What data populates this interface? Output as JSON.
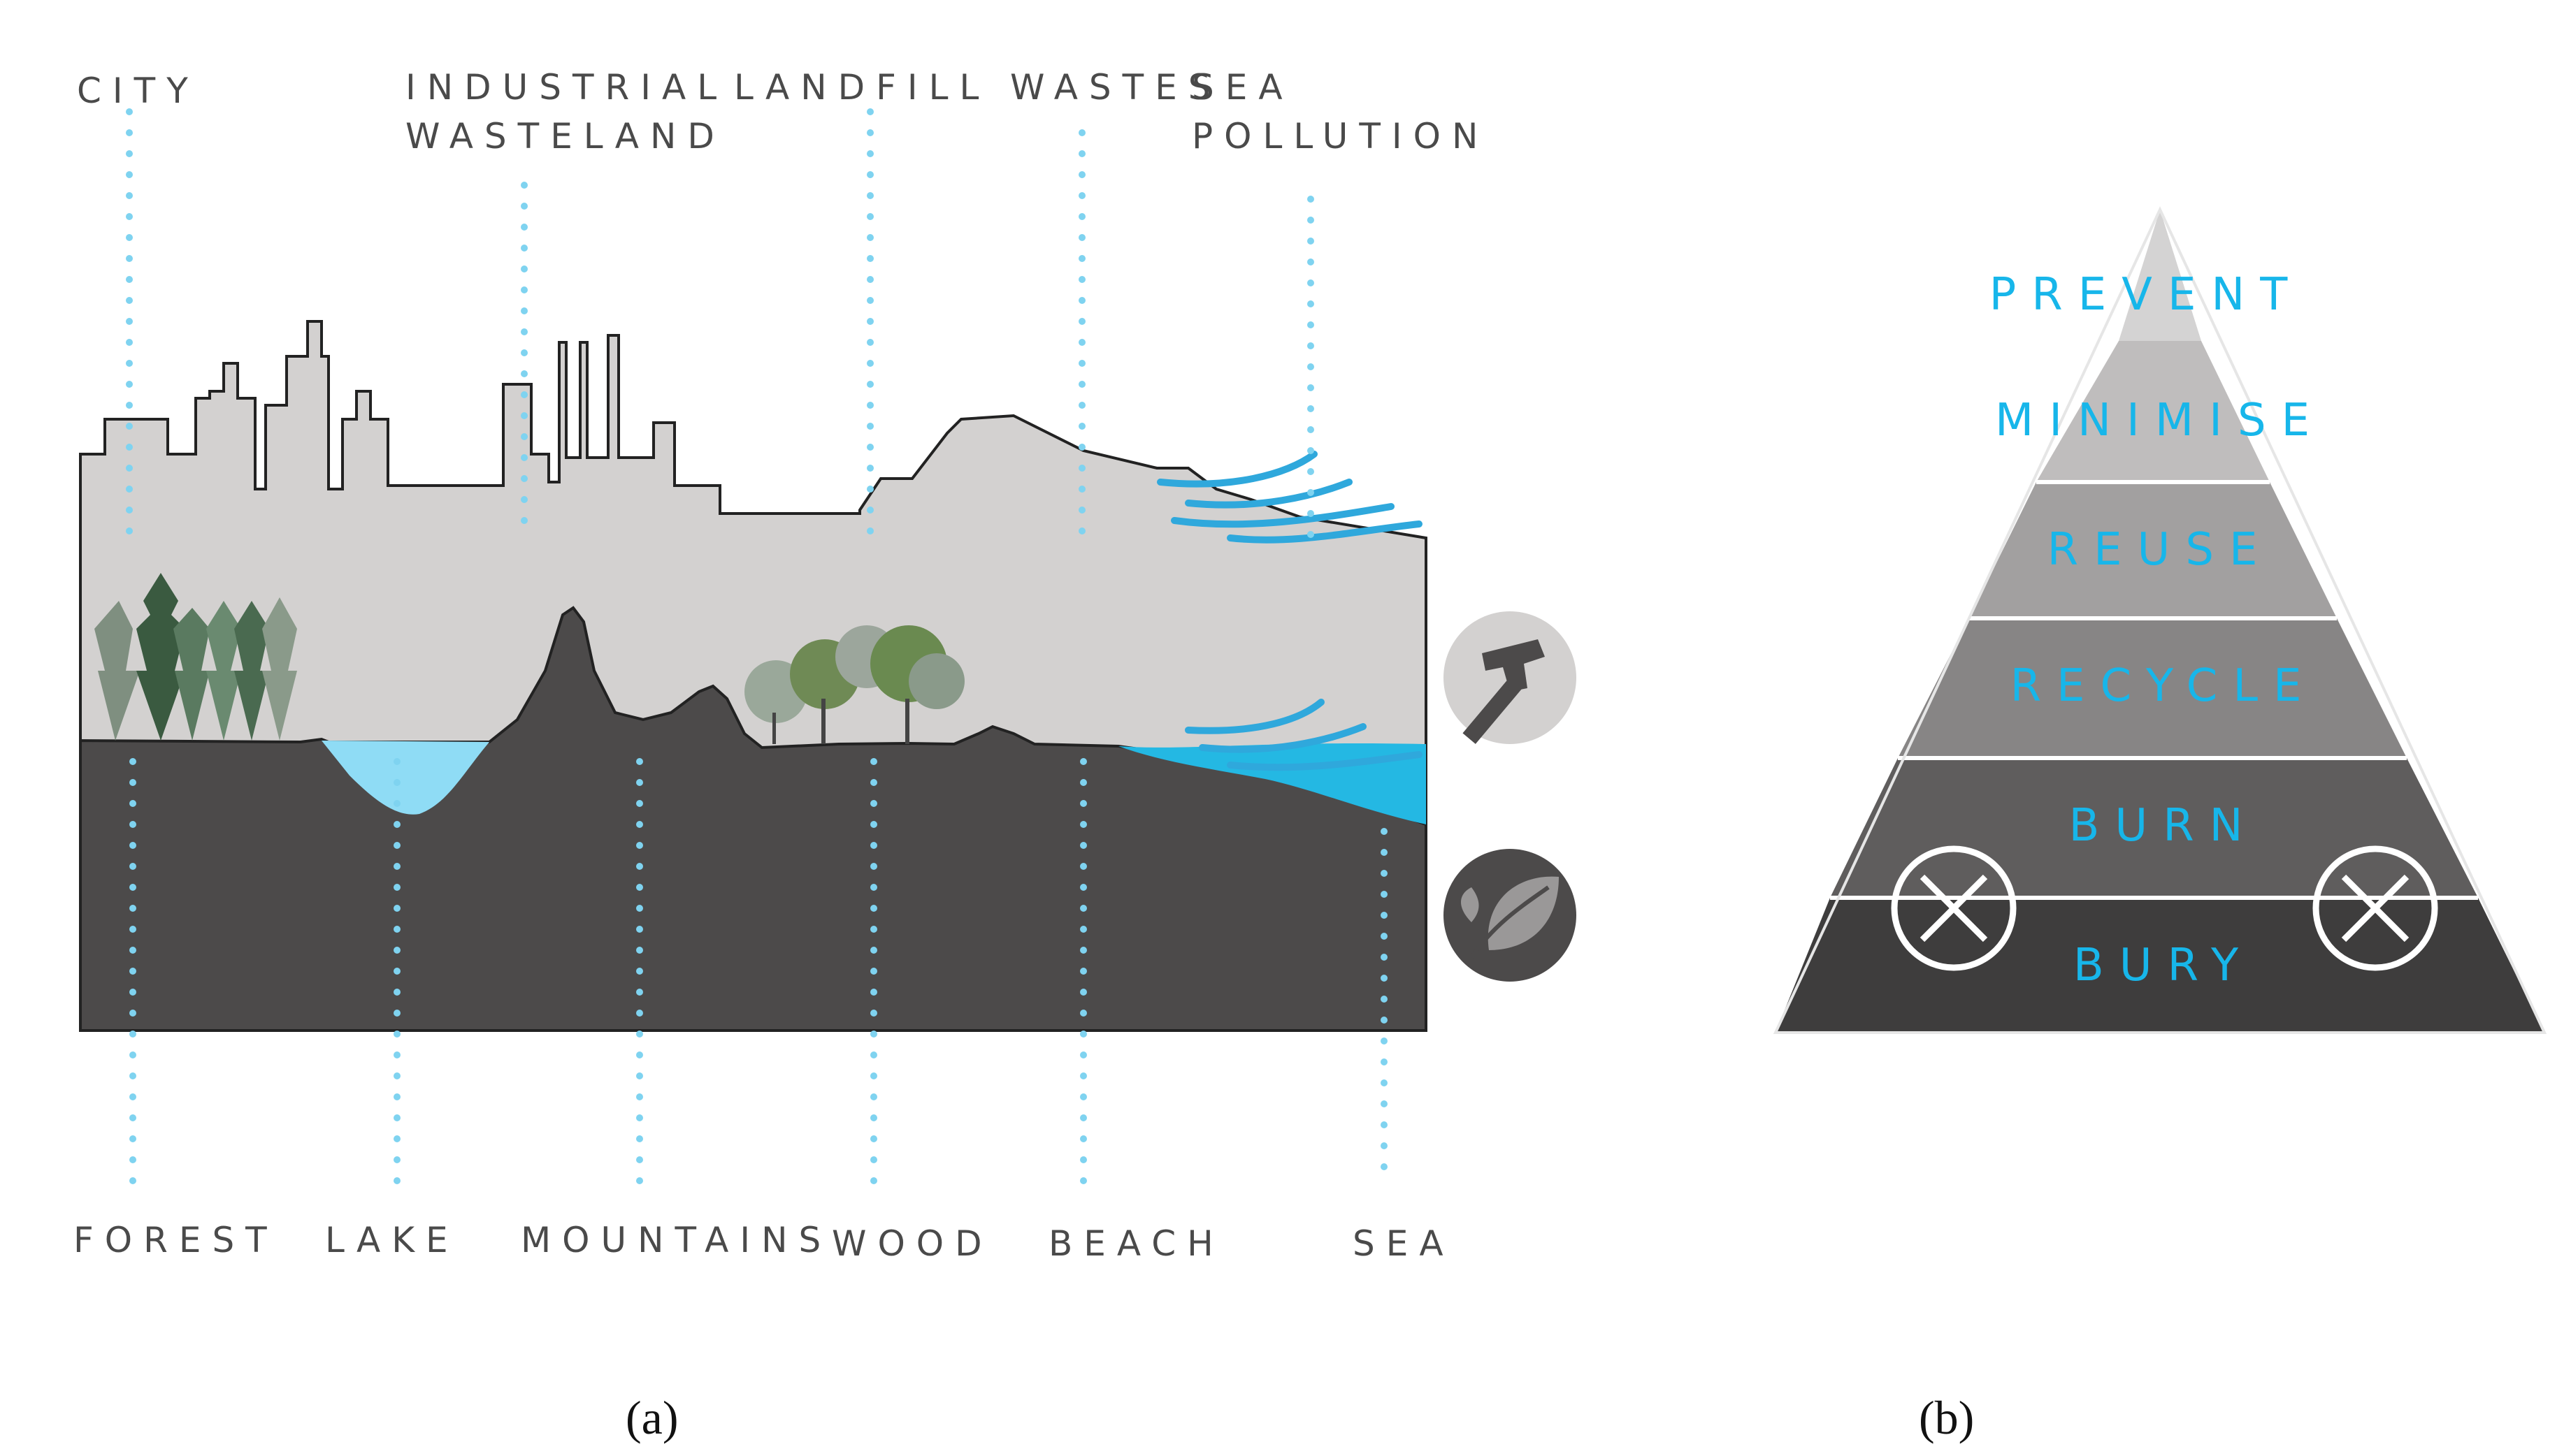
{
  "panel_a": {
    "top_labels": [
      {
        "id": "city",
        "text": "CITY"
      },
      {
        "id": "industrial",
        "text": "INDUSTRIAL\nWASTELAND"
      },
      {
        "id": "landfill",
        "text": "LANDFILL"
      },
      {
        "id": "wastes",
        "text": "WASTES"
      },
      {
        "id": "sea-pollution",
        "text": "SEA\nPOLLUTION"
      }
    ],
    "bottom_labels": [
      {
        "id": "forest",
        "text": "FOREST"
      },
      {
        "id": "lake",
        "text": "LAKE"
      },
      {
        "id": "mountains",
        "text": "MOUNTAINS"
      },
      {
        "id": "wood",
        "text": "WOOD"
      },
      {
        "id": "beach",
        "text": "BEACH"
      },
      {
        "id": "sea",
        "text": "SEA"
      }
    ],
    "icons": [
      "hammer-icon",
      "leaf-icon"
    ],
    "caption": "(a)"
  },
  "panel_b": {
    "levels": [
      "PREVENT",
      "MINIMISE",
      "REUSE",
      "RECYCLE",
      "BURN",
      "BURY"
    ],
    "icons": [
      "cross-circle-icon",
      "cross-circle-icon"
    ],
    "caption": "(b)"
  },
  "colors": {
    "dots": "#7fd3f0",
    "label_text": "#4a4a4a",
    "pyramid_text": "#17b6ea",
    "ground_dark": "#4c4a4a",
    "sky_grey": "#d3d1d0",
    "water": "#24b8e3"
  }
}
